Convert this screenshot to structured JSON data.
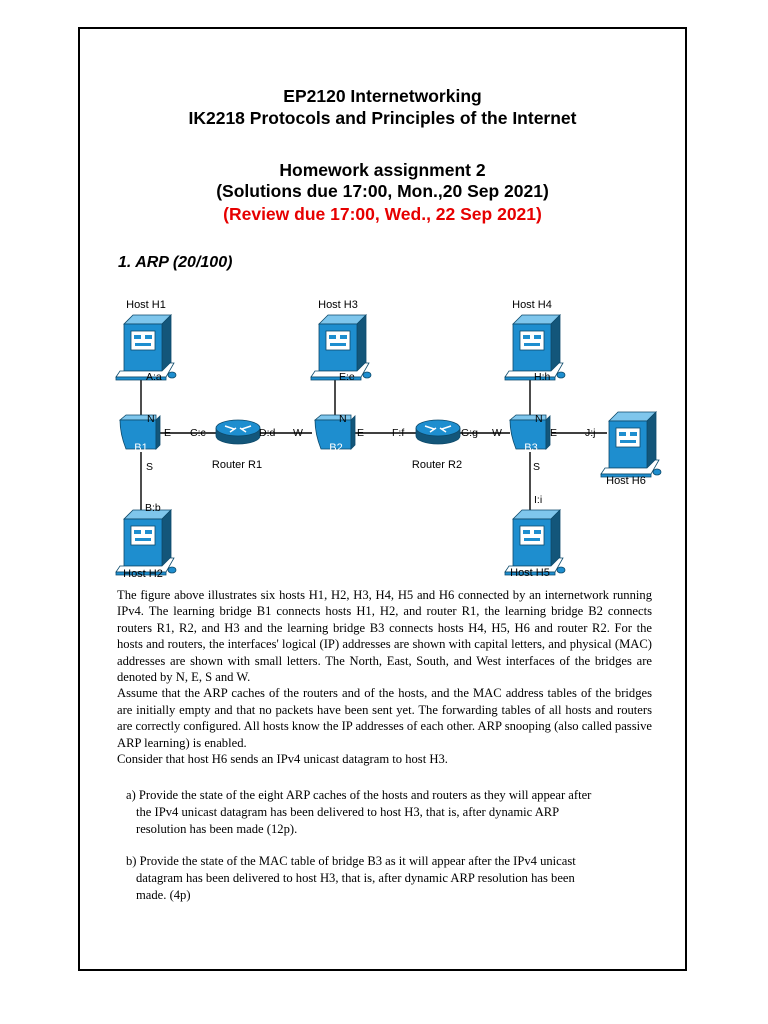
{
  "header": {
    "course1": "EP2120 Internetworking",
    "course2": "IK2218 Protocols and Principles of the Internet",
    "assignment": "Homework assignment 2",
    "due": "(Solutions due 17:00, Mon.,20 Sep 2021)",
    "review": "(Review due 17:00, Wed., 22 Sep 2021)"
  },
  "section_title": "1. ARP (20/100)",
  "diagram": {
    "hosts": {
      "h1": "Host H1",
      "h2": "Host H2",
      "h3": "Host H3",
      "h4": "Host H4",
      "h5": "Host H5",
      "h6": "Host H6"
    },
    "bridges": {
      "b1": "B1",
      "b2": "B2",
      "b3": "B3"
    },
    "routers": {
      "r1": "Router R1",
      "r2": "Router R2"
    },
    "addresses": {
      "h1": "A:a",
      "h2": "B:b",
      "r1_left": "C:c",
      "r1_right": "D:d",
      "h3": "E:e",
      "r2_left": "F:f",
      "r2_right": "G:g",
      "h4": "H:h",
      "h5": "I:i",
      "h6": "J:j"
    },
    "ports": {
      "n": "N",
      "e": "E",
      "s": "S",
      "w": "W"
    }
  },
  "body": {
    "p1": "The figure above illustrates six hosts H1, H2, H3, H4, H5 and H6 connected by an internetwork running IPv4. The learning bridge B1 connects hosts H1, H2, and router R1, the learning bridge B2 connects routers R1, R2, and H3 and the learning bridge B3 connects hosts H4, H5, H6 and router R2. For the hosts and routers, the interfaces' logical (IP) addresses are shown with capital letters, and physical (MAC) addresses are shown with small letters. The North, East, South, and West interfaces of the bridges are denoted by N, E, S and W.",
    "p2": "Assume that the ARP caches of the routers and of the hosts, and the MAC address tables of the bridges are initially empty and that no packets have been sent yet. The forwarding tables of all hosts and routers are correctly configured. All hosts know the IP addresses of each other. ARP snooping (also called passive ARP learning) is enabled.",
    "p3": "Consider that host H6 sends an IPv4 unicast datagram to host H3."
  },
  "questions": {
    "a_line1": "a) Provide the state of the eight ARP caches of the hosts and routers as they will appear after",
    "a_line2": "the IPv4 unicast datagram has been delivered to host H3, that is, after dynamic ARP",
    "a_line3": "resolution has been made (12p).",
    "b_line1": "b) Provide the state of the MAC table of bridge B3 as it will appear after the IPv4 unicast",
    "b_line2": "datagram has been delivered to host H3, that is, after dynamic ARP resolution has been",
    "b_line3": "made. (4p)"
  },
  "colors": {
    "review_red": "#e60000",
    "icon_blue": "#1e8ecf",
    "icon_dark": "#13567a"
  }
}
